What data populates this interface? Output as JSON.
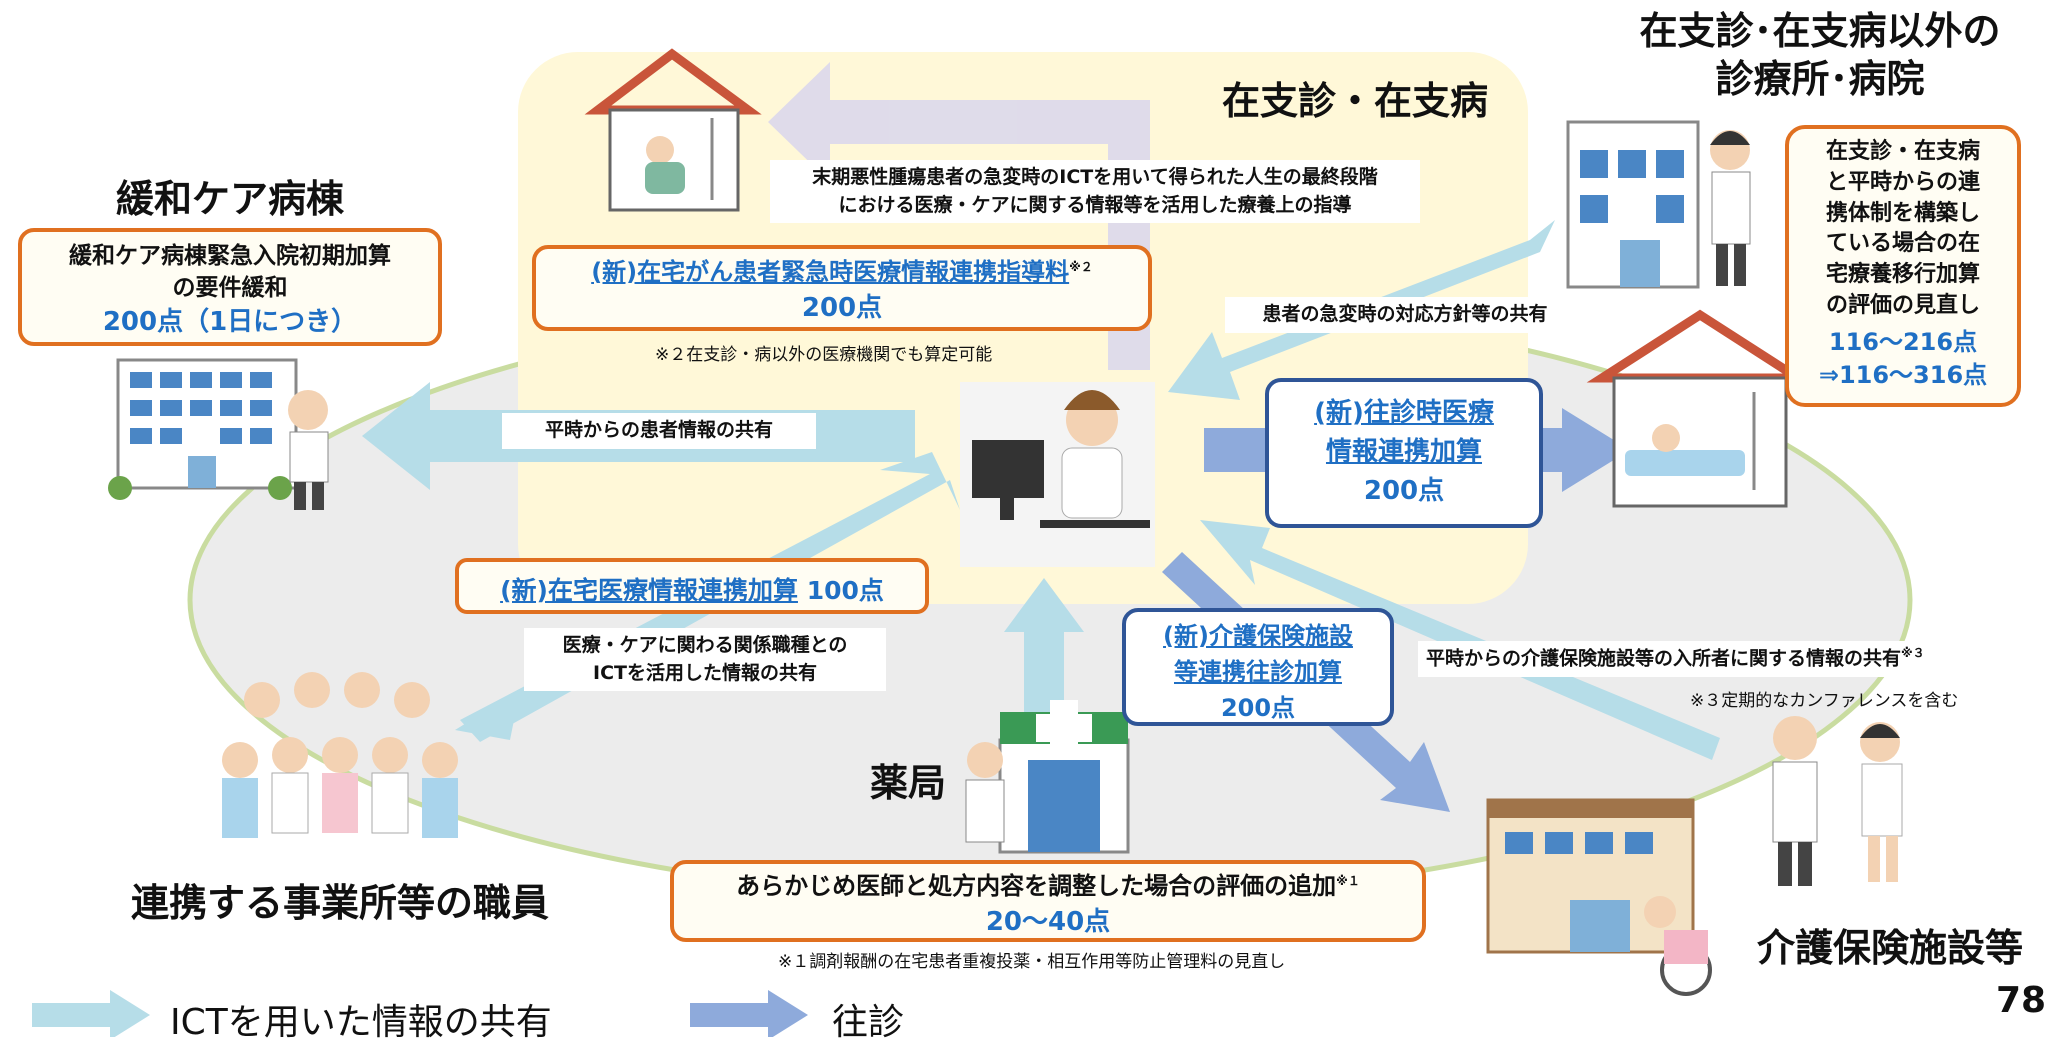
{
  "nodes": {
    "zaishin": "在支診・在支病",
    "other_clinic": [
      "在支診･在支病以外の",
      "診療所･病院"
    ],
    "palliative": "緩和ケア病棟",
    "pharmacy": "薬局",
    "staff": "連携する事業所等の職員",
    "care_facility": "介護保険施設等"
  },
  "boxes": {
    "palliative": {
      "line1": "緩和ケア病棟緊急入院初期加算",
      "line2": "の要件緩和",
      "points": "200点（1日につき）"
    },
    "cancer": {
      "name": "(新)在宅がん患者緊急時医療情報連携指導料",
      "mark": "※２",
      "points": "200点"
    },
    "zaitaku": {
      "name": "(新)在宅医療情報連携加算",
      "points": "100点"
    },
    "oushin": {
      "line1": "(新)往診時医療",
      "line2": "情報連携加算",
      "points": "200点"
    },
    "kaigo": {
      "line1": "(新)介護保険施設",
      "line2": "等連携往診加算",
      "points": "200点"
    },
    "pharmacy": {
      "text": "あらかじめ医師と処方内容を調整した場合の評価の追加",
      "mark": "※１",
      "points": "20〜40点"
    },
    "transition": {
      "lines": [
        "在支診・在支病",
        "と平時からの連",
        "携体制を構築し",
        "ている場合の在",
        "宅療養移行加算",
        "の評価の見直し"
      ],
      "points1": "116〜216点",
      "points2": "⇒116〜316点"
    }
  },
  "labels": {
    "terminal": [
      "末期悪性腫瘍患者の急変時のICTを用いて得られた人生の最終段階",
      "における医療・ケアに関する情報等を活用した療養上の指導"
    ],
    "emergency_policy": "患者の急変時の対応方針等の共有",
    "routine_patient": "平時からの患者情報の共有",
    "ict_staff": [
      "医療・ケアに関わる関係職種との",
      "ICTを活用した情報の共有"
    ],
    "facility_info": "平時からの介護保険施設等の入所者に関する情報の共有",
    "facility_info_mark": "※３"
  },
  "notes": {
    "note2": "※２在支診・病以外の医療機関でも算定可能",
    "note3": "※３定期的なカンファレンスを含む",
    "note1": "※１調剤報酬の在宅患者重複投薬・相互作用等防止管理料の見直し"
  },
  "legend": {
    "ict": "ICTを用いた情報の共有",
    "visit": "往診"
  },
  "page_number": "78",
  "colors": {
    "ict_arrow": "#b6dde8",
    "visit_arrow": "#8eaadb",
    "orange_border": "#e07020",
    "navy_border": "#2f5597",
    "link_blue": "#1f6fc4",
    "yellow_bg": "#fff8d8",
    "ellipse_fill": "#ececec",
    "ellipse_stroke": "#c9dca0"
  }
}
